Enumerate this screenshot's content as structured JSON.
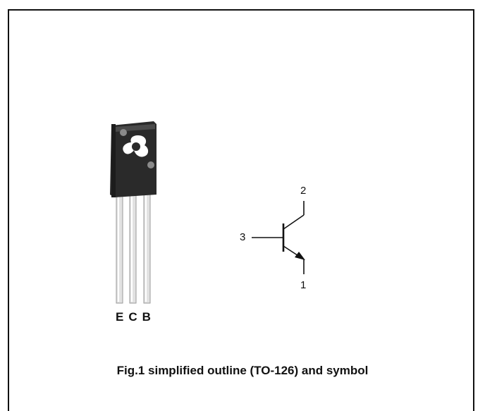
{
  "package": {
    "pin_labels": [
      "E",
      "C",
      "B"
    ]
  },
  "symbol": {
    "pin_collector": "2",
    "pin_base": "3",
    "pin_emitter": "1"
  },
  "caption": "Fig.1 simplified outline (TO-126) and symbol",
  "colors": {
    "package_body": "#2a2a2a",
    "lead": "#e2e2e2",
    "line": "#111111"
  }
}
